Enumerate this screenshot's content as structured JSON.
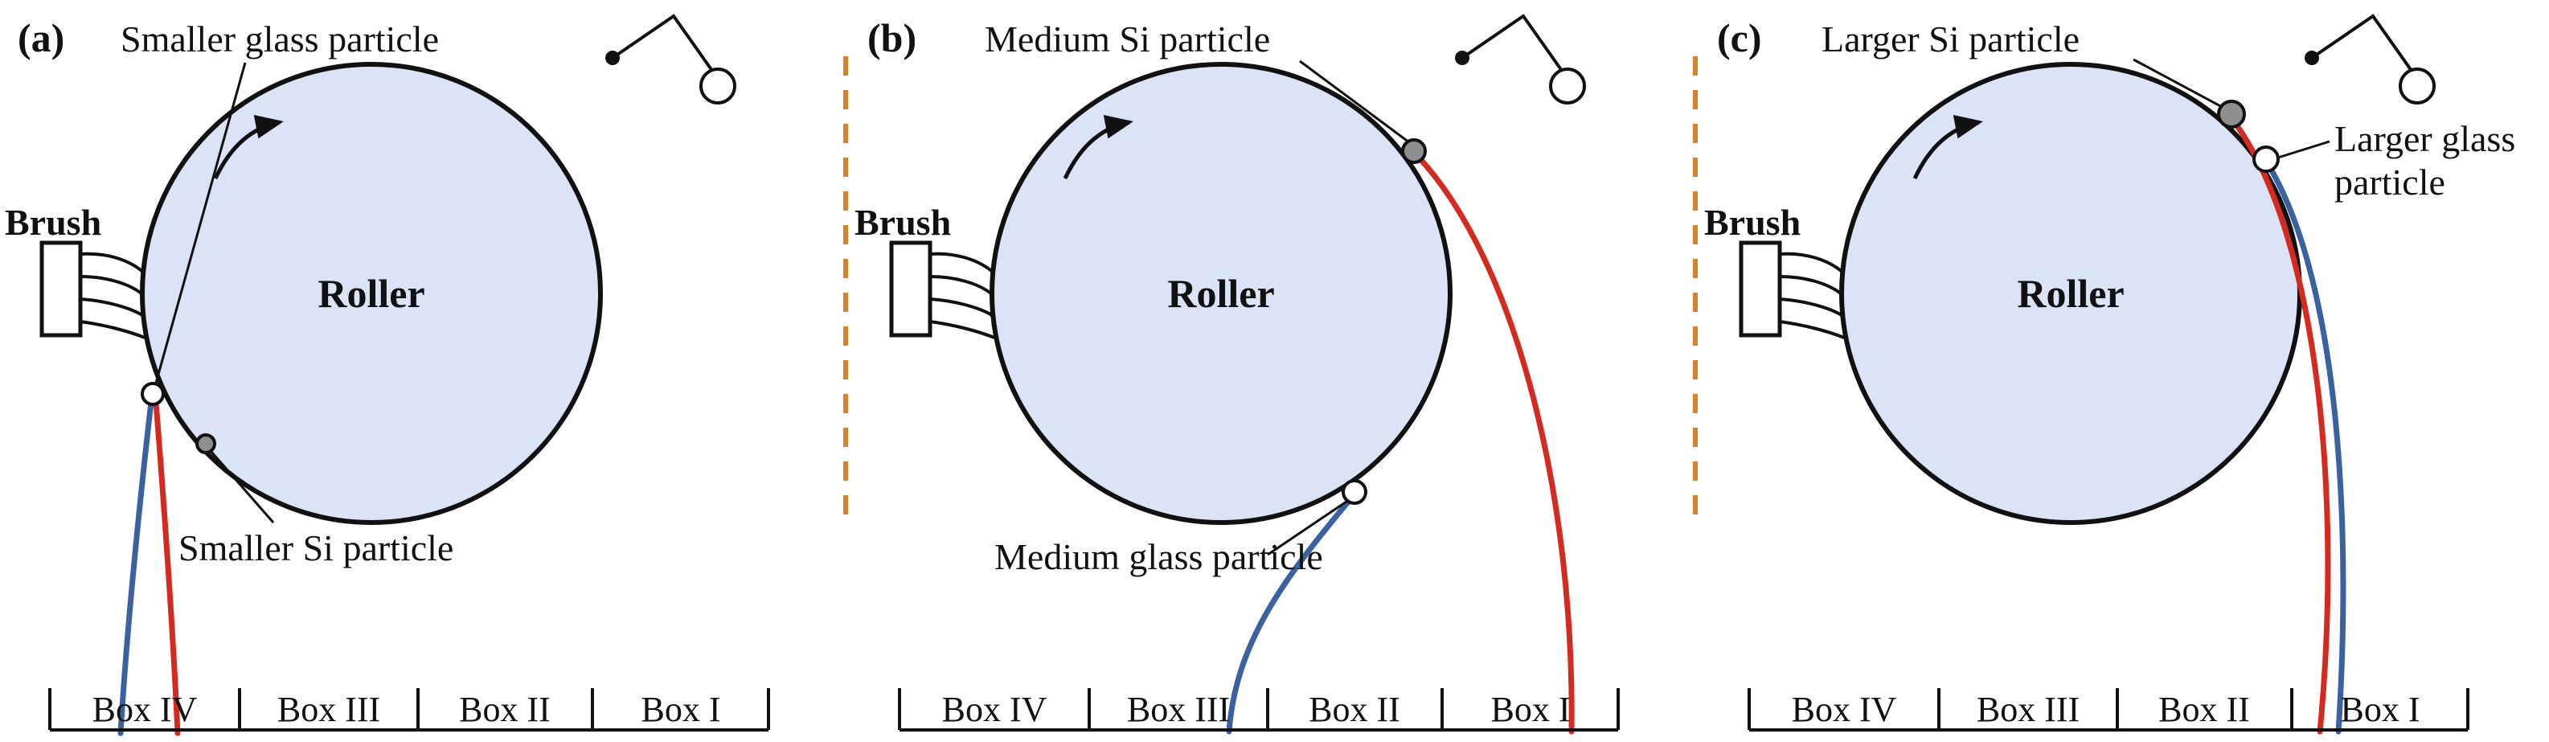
{
  "figure": {
    "colors": {
      "roller_fill": "#dbe4f6",
      "outline": "#111111",
      "trajectory_red": "#d42a20",
      "trajectory_blue": "#3a62a0",
      "divider_orange": "#d9822b",
      "si_particle_fill": "#8f8f8f",
      "glass_particle_fill": "#ffffff"
    },
    "panels": [
      {
        "tag": "(a)",
        "top_label": "Smaller glass particle",
        "bottom_label": "Smaller Si particle",
        "brush_label": "Brush",
        "roller_label": "Roller",
        "boxes": [
          "Box IV",
          "Box III",
          "Box II",
          "Box I"
        ]
      },
      {
        "tag": "(b)",
        "top_label": "Medium Si particle",
        "bottom_label": "Medium glass particle",
        "brush_label": "Brush",
        "roller_label": "Roller",
        "boxes": [
          "Box IV",
          "Box III",
          "Box II",
          "Box I"
        ]
      },
      {
        "tag": "(c)",
        "top_label": "Larger Si particle",
        "side_label_line1": "Larger glass",
        "side_label_line2": "particle",
        "brush_label": "Brush",
        "roller_label": "Roller",
        "boxes": [
          "Box IV",
          "Box III",
          "Box II",
          "Box I"
        ]
      }
    ]
  }
}
